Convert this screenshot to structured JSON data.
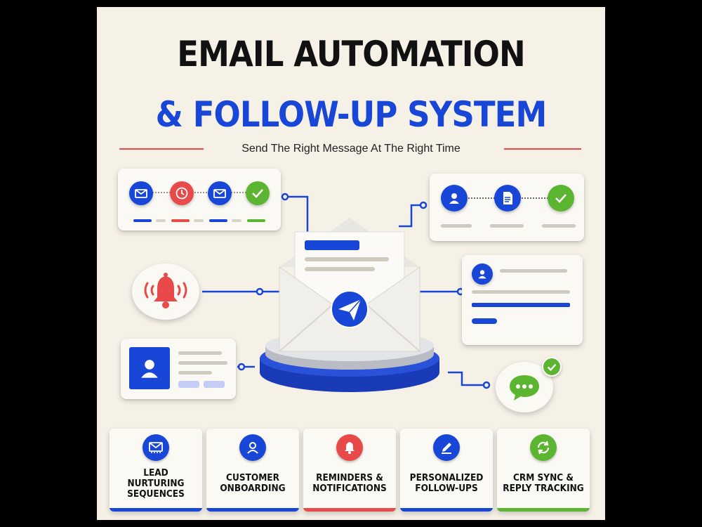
{
  "header": {
    "title_line1": "EMAIL AUTOMATION",
    "title_line2": "& FOLLOW-UP SYSTEM",
    "tagline": "Send The Right Message At The Right Time"
  },
  "colors": {
    "blue": "#1846d6",
    "red": "#e84a4a",
    "green": "#5cb531",
    "background": "#f6f1e7"
  },
  "features": [
    {
      "label": "LEAD NURTURING SEQUENCES",
      "icon": "email-icon",
      "accent": "blue"
    },
    {
      "label": "CUSTOMER ONBOARDING",
      "icon": "user-icon",
      "accent": "blue"
    },
    {
      "label": "REMINDERS & NOTIFICATIONS",
      "icon": "bell-icon",
      "accent": "red"
    },
    {
      "label": "PERSONALIZED FOLLOW-UPS",
      "icon": "pencil-icon",
      "accent": "blue"
    },
    {
      "label": "CRM SYNC & REPLY TRACKING",
      "icon": "sync-icon",
      "accent": "green"
    }
  ]
}
